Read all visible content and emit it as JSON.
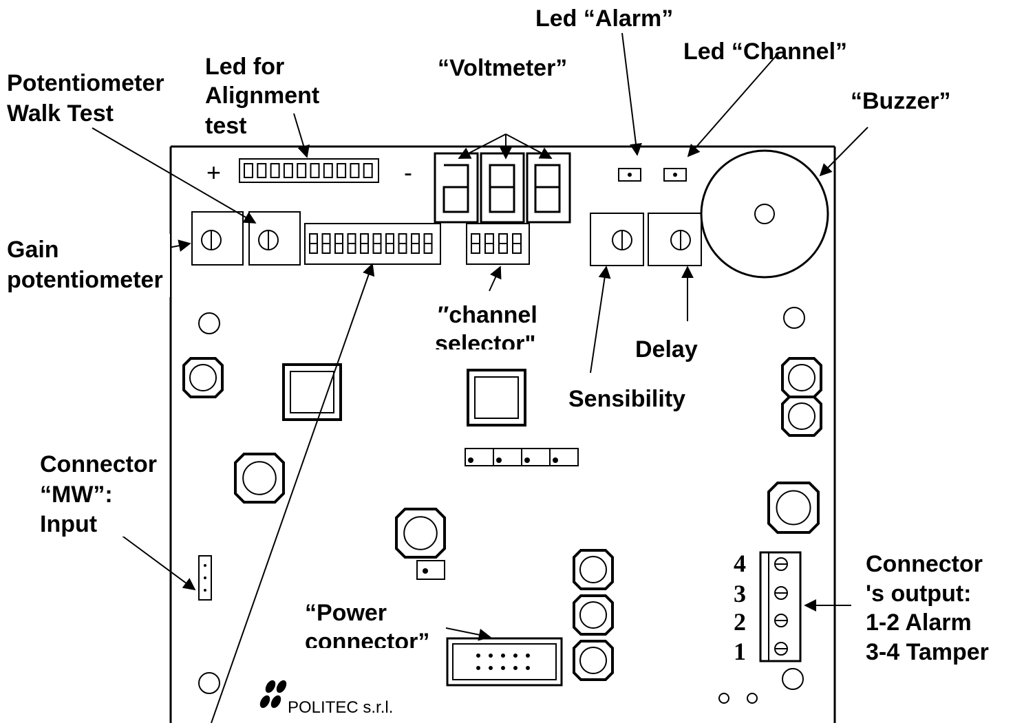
{
  "labels": {
    "led_alarm": "Led “Alarm”",
    "led_channel": "Led “Channel”",
    "voltmeter": "“Voltmeter”",
    "buzzer": "“Buzzer”",
    "potentiometer_walk_test": [
      "Potentiometer",
      "Walk Test"
    ],
    "led_alignment": [
      "Led for",
      "Alignment",
      "test"
    ],
    "gain_potentiometer": [
      "Gain",
      "potentiometer"
    ],
    "channel_selector": [
      "″channel",
      "selector\""
    ],
    "delay": "Delay",
    "sensibility": "Sensibility",
    "connector_mw": [
      "Connector",
      "“MW”:",
      "Input"
    ],
    "power_connector": [
      "“Power",
      "connector”"
    ],
    "connector_output": [
      "Connector",
      "'s output:",
      "1-2 Alarm",
      "3-4 Tamper"
    ]
  },
  "board": {
    "plus_sign": "+",
    "minus_sign": "-",
    "pin_numbers": [
      "4",
      "3",
      "2",
      "1"
    ],
    "manufacturer": "POLITEC s.r.l."
  }
}
